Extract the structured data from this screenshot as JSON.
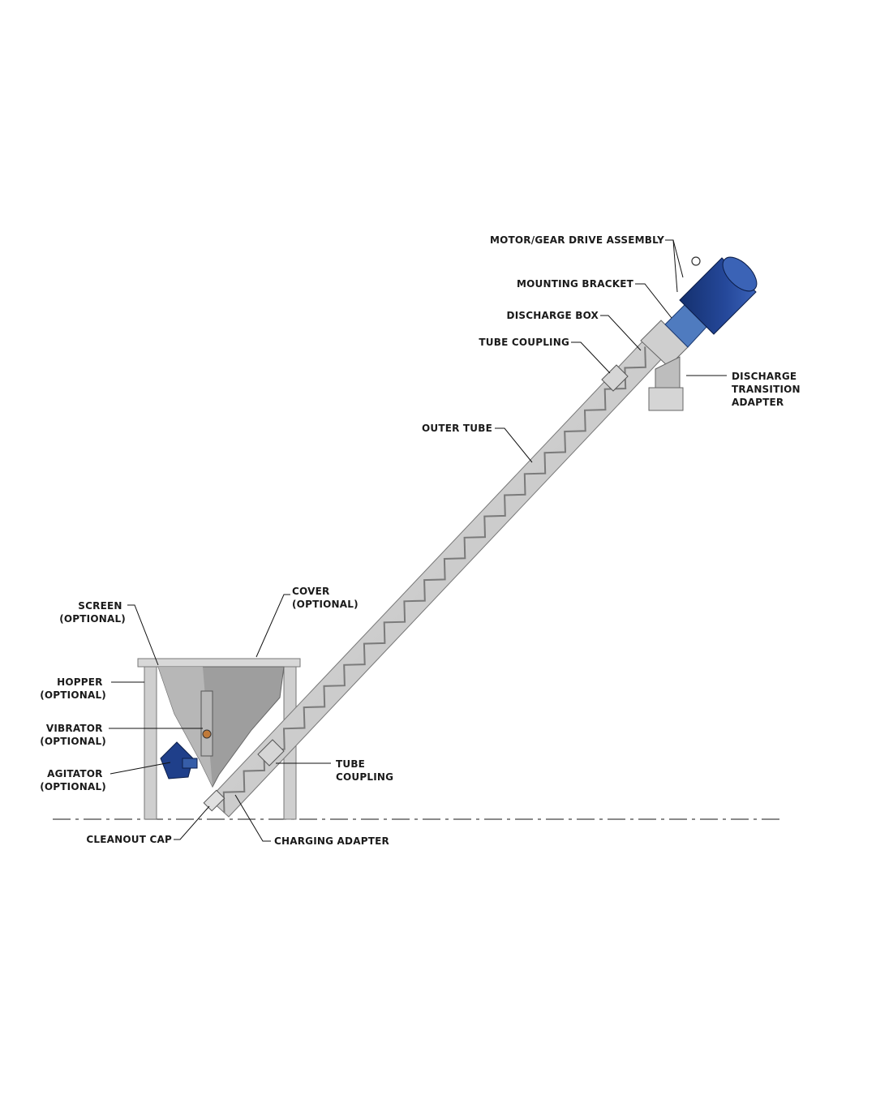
{
  "labels": {
    "motor_gear_drive_assembly": "MOTOR/GEAR DRIVE ASSEMBLY",
    "mounting_bracket": "MOUNTING BRACKET",
    "discharge_box": "DISCHARGE BOX",
    "tube_coupling_upper": "TUBE COUPLING",
    "discharge_transition_adapter": [
      "DISCHARGE",
      "TRANSITION",
      "ADAPTER"
    ],
    "outer_tube": "OUTER TUBE",
    "cover": [
      "COVER",
      "(OPTIONAL)"
    ],
    "screen": [
      "SCREEN",
      "(OPTIONAL)"
    ],
    "hopper": [
      "HOPPER",
      "(OPTIONAL)"
    ],
    "vibrator": [
      "VIBRATOR",
      "(OPTIONAL)"
    ],
    "agitator": [
      "AGITATOR",
      "(OPTIONAL)"
    ],
    "tube_coupling_lower": [
      "TUBE",
      "COUPLING"
    ],
    "cleanout_cap": "CLEANOUT CAP",
    "charging_adapter": "CHARGING ADAPTER"
  },
  "colors": {
    "steel": "#c9c9c9",
    "steel_dark": "#8e8e8e",
    "motor_blue": "#1f3f8a",
    "bracket_blue": "#4f7bbf",
    "line": "#111111"
  }
}
